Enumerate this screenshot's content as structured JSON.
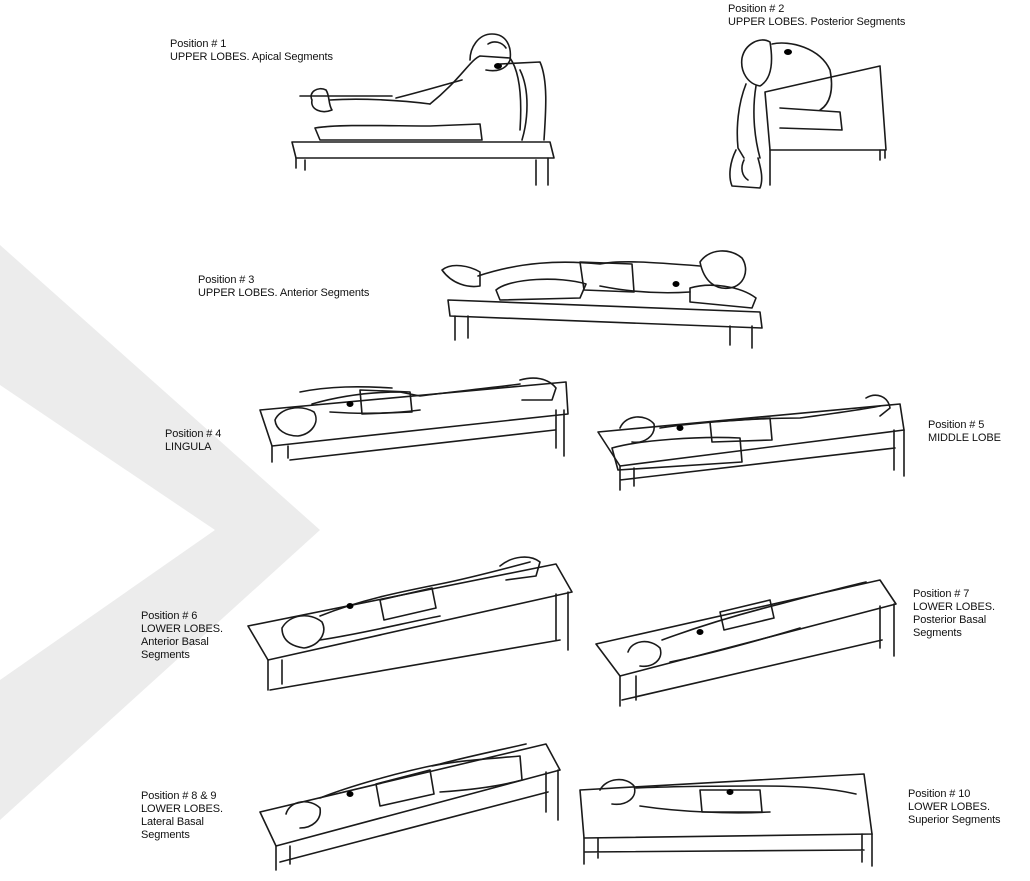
{
  "colors": {
    "ink": "#1a1a1a",
    "text": "#111111",
    "dot": "#000000",
    "watermark": "#ececec",
    "background": "#ffffff"
  },
  "positions": [
    {
      "id": "p1",
      "title": "Position # 1",
      "lines": [
        "UPPER LOBES. Apical Segments"
      ]
    },
    {
      "id": "p2",
      "title": "Position # 2",
      "lines": [
        "UPPER LOBES. Posterior Segments"
      ]
    },
    {
      "id": "p3",
      "title": "Position # 3",
      "lines": [
        "UPPER LOBES. Anterior Segments"
      ]
    },
    {
      "id": "p4",
      "title": "Position # 4",
      "lines": [
        "LINGULA"
      ]
    },
    {
      "id": "p5",
      "title": "Position # 5",
      "lines": [
        "MIDDLE LOBE"
      ]
    },
    {
      "id": "p6",
      "title": "Position # 6",
      "lines": [
        "LOWER LOBES.",
        "Anterior Basal",
        "Segments"
      ]
    },
    {
      "id": "p7",
      "title": "Position # 7",
      "lines": [
        "LOWER LOBES.",
        "Posterior Basal",
        "Segments"
      ]
    },
    {
      "id": "p89",
      "title": "Position # 8 & 9",
      "lines": [
        "LOWER LOBES.",
        "Lateral Basal",
        "Segments"
      ]
    },
    {
      "id": "p10",
      "title": "Position # 10",
      "lines": [
        "LOWER LOBES.",
        "Superior Segments"
      ]
    }
  ]
}
